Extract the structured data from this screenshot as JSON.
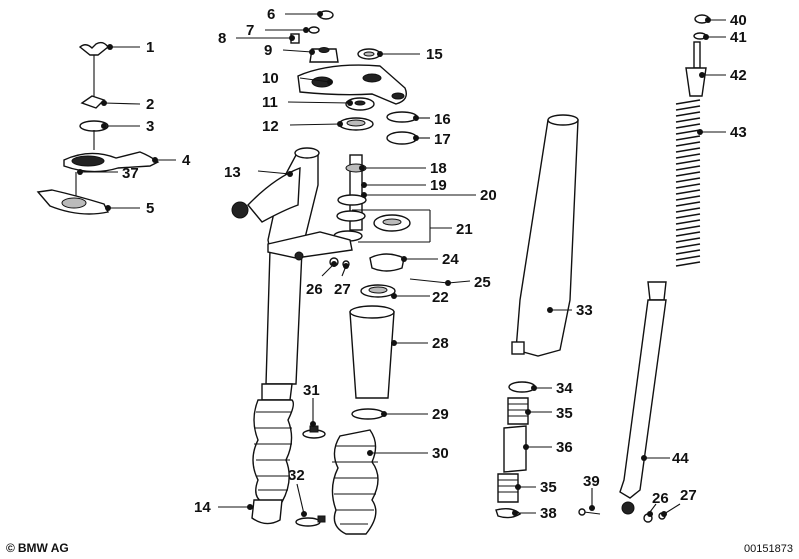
{
  "callouts": {
    "c1": "1",
    "c2": "2",
    "c3": "3",
    "c4": "4",
    "c5": "5",
    "c6": "6",
    "c7": "7",
    "c8": "8",
    "c9": "9",
    "c10": "10",
    "c11": "11",
    "c12": "12",
    "c13": "13",
    "c14": "14",
    "c15": "15",
    "c16": "16",
    "c17": "17",
    "c18": "18",
    "c19": "19",
    "c20": "20",
    "c21": "21",
    "c22": "22",
    "c24": "24",
    "c25": "25",
    "c26a": "26",
    "c27a": "27",
    "c28": "28",
    "c29": "29",
    "c30": "30",
    "c31": "31",
    "c32": "32",
    "c33": "33",
    "c34": "34",
    "c35a": "35",
    "c36": "36",
    "c35b": "35",
    "c37": "37",
    "c38": "38",
    "c39": "39",
    "c40": "40",
    "c41": "41",
    "c42": "42",
    "c43": "43",
    "c44": "44",
    "c26b": "26",
    "c27b": "27"
  },
  "footer": {
    "copyright": "BMW AG",
    "doc_id": "00151873"
  }
}
